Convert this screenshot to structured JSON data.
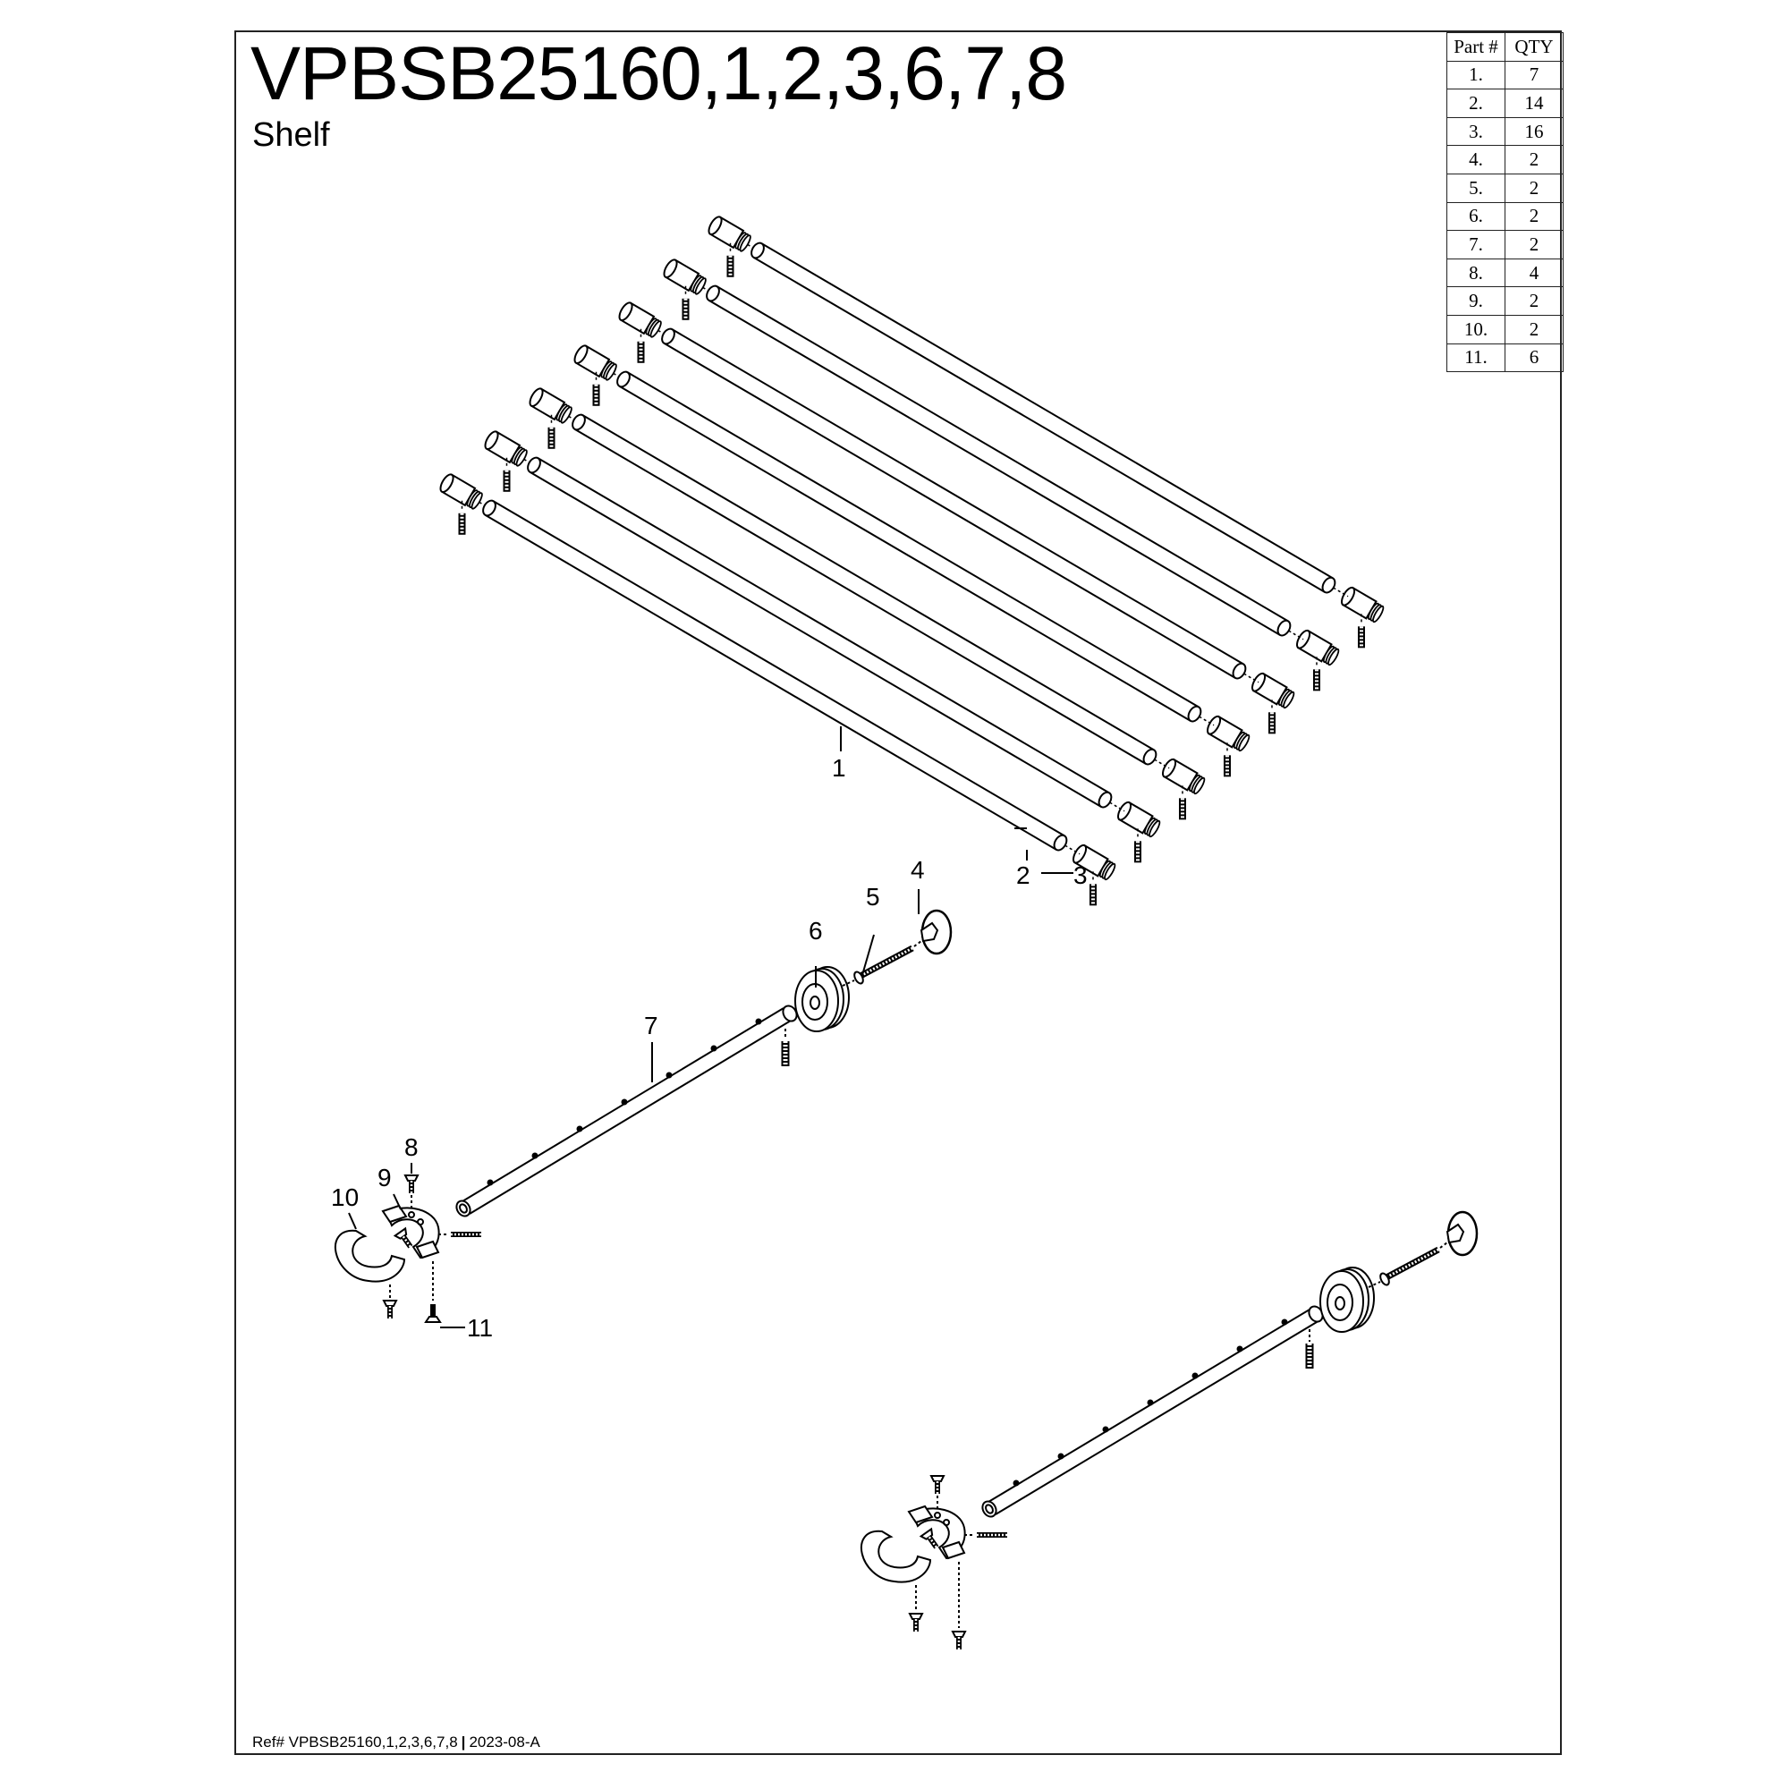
{
  "header": {
    "title": "VPBSB25160,1,2,3,6,7,8",
    "subtitle": "Shelf"
  },
  "footer": {
    "ref": "Ref# VPBSB25160,1,2,3,6,7,8",
    "separator": "|",
    "revision": "2023-08-A"
  },
  "parts_table": {
    "headers": [
      "Part #",
      "QTY"
    ],
    "rows": [
      {
        "part": "1.",
        "qty": "7"
      },
      {
        "part": "2.",
        "qty": "14"
      },
      {
        "part": "3.",
        "qty": "16"
      },
      {
        "part": "4.",
        "qty": "2"
      },
      {
        "part": "5.",
        "qty": "2"
      },
      {
        "part": "6.",
        "qty": "2"
      },
      {
        "part": "7.",
        "qty": "2"
      },
      {
        "part": "8.",
        "qty": "4"
      },
      {
        "part": "9.",
        "qty": "2"
      },
      {
        "part": "10.",
        "qty": "2"
      },
      {
        "part": "11.",
        "qty": "6"
      }
    ]
  },
  "callouts": {
    "c1": "1",
    "c2": "2",
    "c3": "3",
    "c4": "4",
    "c5": "5",
    "c6": "6",
    "c7": "7",
    "c8": "8",
    "c9": "9",
    "c10": "10",
    "c11": "11"
  },
  "colors": {
    "line": "#000000",
    "paper": "#ffffff"
  }
}
